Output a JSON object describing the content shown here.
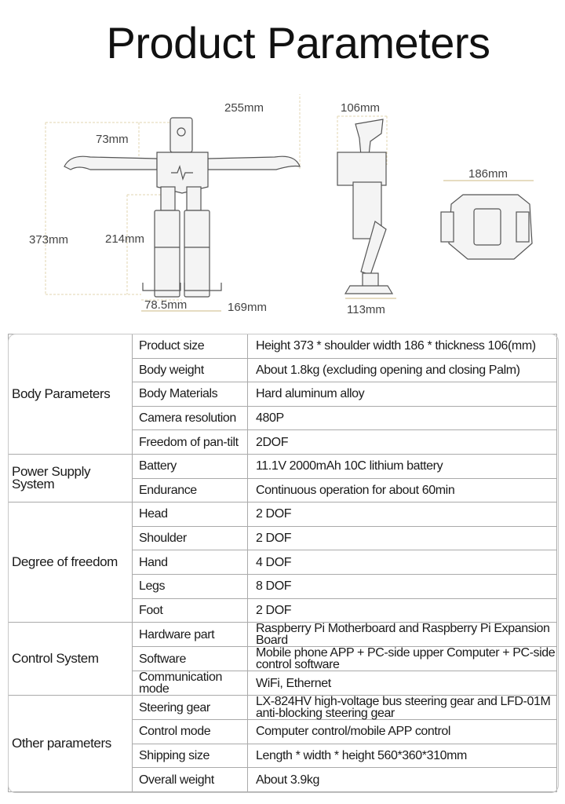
{
  "title": "Product Parameters",
  "diagram": {
    "front": {
      "arm_span": "255mm",
      "head": "73mm",
      "height": "373mm",
      "leg": "214mm",
      "foot": "78.5mm",
      "width": "169mm"
    },
    "side": {
      "top": "106mm",
      "base": "113mm"
    },
    "top": {
      "width": "186mm"
    }
  },
  "groups": [
    {
      "label": "Body Parameters",
      "rows": [
        {
          "param": "Product size",
          "value": "Height 373 * shoulder width 186 * thickness 106(mm)"
        },
        {
          "param": "Body weight",
          "value": "About 1.8kg (excluding opening and closing Palm)"
        },
        {
          "param": "Body Materials",
          "value": "Hard aluminum alloy"
        },
        {
          "param": "Camera resolution",
          "value": "480P"
        },
        {
          "param": "Freedom of pan-tilt",
          "value": "2DOF"
        }
      ]
    },
    {
      "label": "Power Supply System",
      "rows": [
        {
          "param": "Battery",
          "value": "11.1V 2000mAh 10C lithium battery"
        },
        {
          "param": "Endurance",
          "value": "Continuous operation for about 60min"
        }
      ]
    },
    {
      "label": "Degree of freedom",
      "rows": [
        {
          "param": "Head",
          "value": "2 DOF"
        },
        {
          "param": "Shoulder",
          "value": "2 DOF"
        },
        {
          "param": "Hand",
          "value": "4 DOF"
        },
        {
          "param": "Legs",
          "value": "8 DOF"
        },
        {
          "param": "Foot",
          "value": "2 DOF"
        }
      ]
    },
    {
      "label": "Control System",
      "rows": [
        {
          "param": "Hardware part",
          "value": "Raspberry Pi Motherboard and Raspberry Pi Expansion Board"
        },
        {
          "param": "Software",
          "value": "Mobile phone APP + PC-side upper Computer + PC-side control software"
        },
        {
          "param": "Communication mode",
          "value": "WiFi, Ethernet"
        }
      ]
    },
    {
      "label": "Other parameters",
      "rows": [
        {
          "param": "Steering gear",
          "value": "LX-824HV high-voltage bus steering gear and LFD-01M anti-blocking steering gear"
        },
        {
          "param": "Control mode",
          "value": "Computer control/mobile APP control"
        },
        {
          "param": "Shipping size",
          "value": "Length * width * height 560*360*310mm"
        },
        {
          "param": "Overall weight",
          "value": "About 3.9kg"
        }
      ]
    }
  ]
}
